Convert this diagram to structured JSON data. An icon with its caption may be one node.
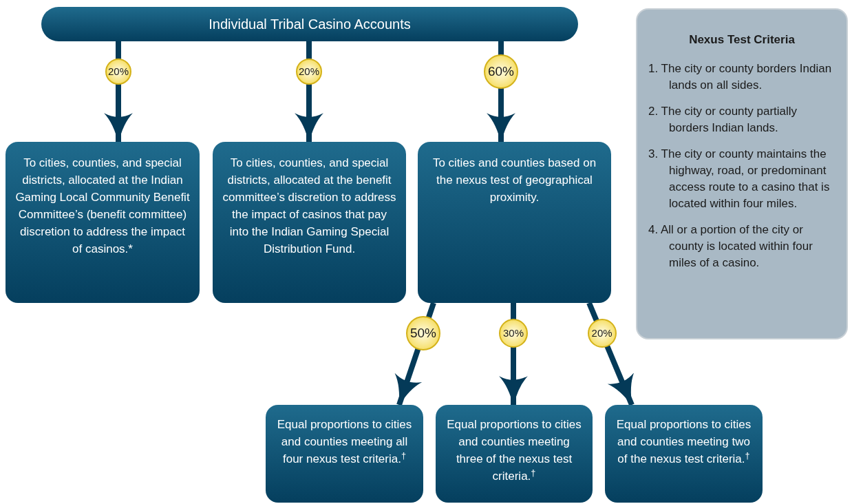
{
  "diagram": {
    "nodes": [
      {
        "text": [
          "Individual Tribal Casino Accounts"
        ]
      },
      {
        "text": [
          "To cities, counties, and special districts, allocated at the Indian Gaming Local Community Benefit Committee’s (benefit committee) discretion to address the impact of casinos.*"
        ]
      },
      {
        "text": [
          "To cities, counties, and special districts, allocated at the benefit committee’s discretion to address the impact of casinos that pay into the Indian Gaming Special Distribution Fund."
        ]
      },
      {
        "text": [
          "To cities and counties based on the nexus test of geographical proximity."
        ]
      },
      {
        "text": [
          "Equal proportions to cities and counties meeting all four nexus test criteria.$^{†}$"
        ]
      },
      {
        "text": [
          "Equal proportions to cities and counties meeting three of the nexus test criteria.$^{†}$"
        ]
      },
      {
        "text": [
          "Equal proportions to cities and counties meeting two of the nexus test criteria.$^{†}$"
        ]
      },
      {
        "text": [
          "Nexus Test Criteria",
          "1. The city or county borders Indian lands on all sides.",
          "2. The city or county partially borders Indian lands.",
          "3. The city or county maintains the highway, road, or predominant access route to a casino that is located within four miles.",
          "4. All or a portion of the city or county is located within four miles of a casino."
        ]
      }
    ],
    "edges": [
      {
        "from": 0,
        "to": 1,
        "arrow": "to",
        "label": "20%"
      },
      {
        "from": 0,
        "to": 2,
        "arrow": "to",
        "label": "20%"
      },
      {
        "from": 0,
        "to": 3,
        "arrow": "to",
        "label": "60%"
      },
      {
        "from": 3,
        "to": 4,
        "arrow": "to",
        "label": "50%"
      },
      {
        "from": 3,
        "to": 5,
        "arrow": "to",
        "label": "30%"
      },
      {
        "from": 3,
        "to": 6,
        "arrow": "to",
        "label": "20%"
      }
    ]
  }
}
